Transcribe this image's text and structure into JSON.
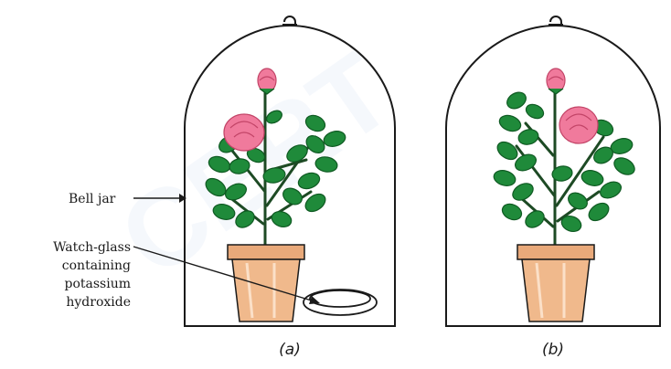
{
  "watermark": "CERT",
  "labels": {
    "bell_jar": "Bell jar",
    "watch_glass_lines": [
      "Watch-glass",
      "containing",
      "potassium",
      "hydroxide"
    ]
  },
  "captions": {
    "a": "(a)",
    "b": "(b)"
  },
  "colors": {
    "leaf": "#1f8a3a",
    "leaf_dark": "#0f5a22",
    "stem": "#1d4a24",
    "rose": "#f07a9c",
    "rose_dark": "#c24467",
    "pot": "#f0b98c",
    "pot_dark": "#b9764a",
    "outline": "#1a1a1a"
  }
}
